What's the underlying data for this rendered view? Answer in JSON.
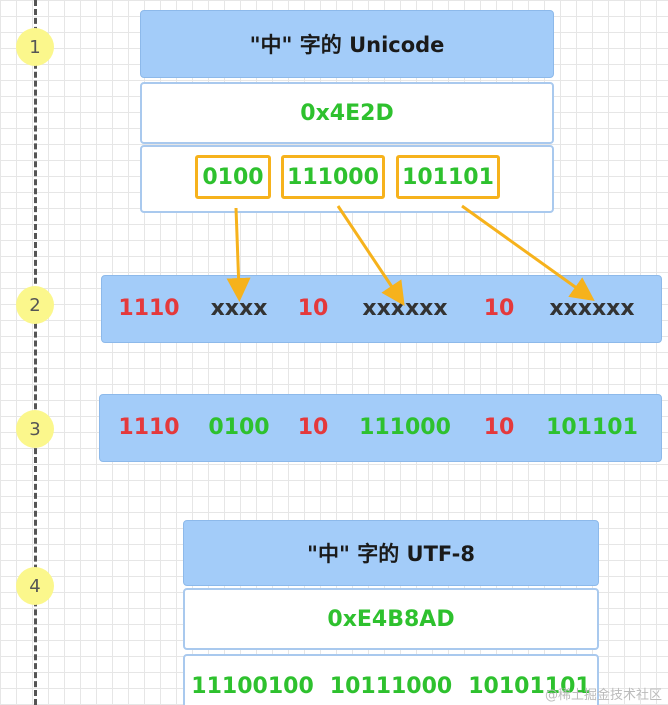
{
  "steps": [
    "1",
    "2",
    "3",
    "4"
  ],
  "unicode_block": {
    "title": "\"中\" 字的 Unicode",
    "hex": "0x4E2D",
    "segments": [
      "0100",
      "111000",
      "101101"
    ]
  },
  "template_row": {
    "tokens": [
      {
        "text": "1110",
        "color": "red"
      },
      {
        "text": "xxxx",
        "color": "dark"
      },
      {
        "text": "10",
        "color": "red"
      },
      {
        "text": "xxxxxx",
        "color": "dark"
      },
      {
        "text": "10",
        "color": "red"
      },
      {
        "text": "xxxxxx",
        "color": "dark"
      }
    ]
  },
  "filled_row": {
    "tokens": [
      {
        "text": "1110",
        "color": "red"
      },
      {
        "text": "0100",
        "color": "green"
      },
      {
        "text": "10",
        "color": "red"
      },
      {
        "text": "111000",
        "color": "green"
      },
      {
        "text": "10",
        "color": "red"
      },
      {
        "text": "101101",
        "color": "green"
      }
    ]
  },
  "utf8_block": {
    "title": "\"中\" 字的 UTF-8",
    "hex": "0xE4B8AD",
    "bytes": [
      "11100100",
      "10111000",
      "10101101"
    ]
  },
  "watermark": "@稀土掘金技术社区",
  "colors": {
    "red": "#e4393c",
    "green": "#2ec12e",
    "dark": "#333333",
    "arrow": "#f6b21c",
    "blue": "#a3ccf9"
  }
}
